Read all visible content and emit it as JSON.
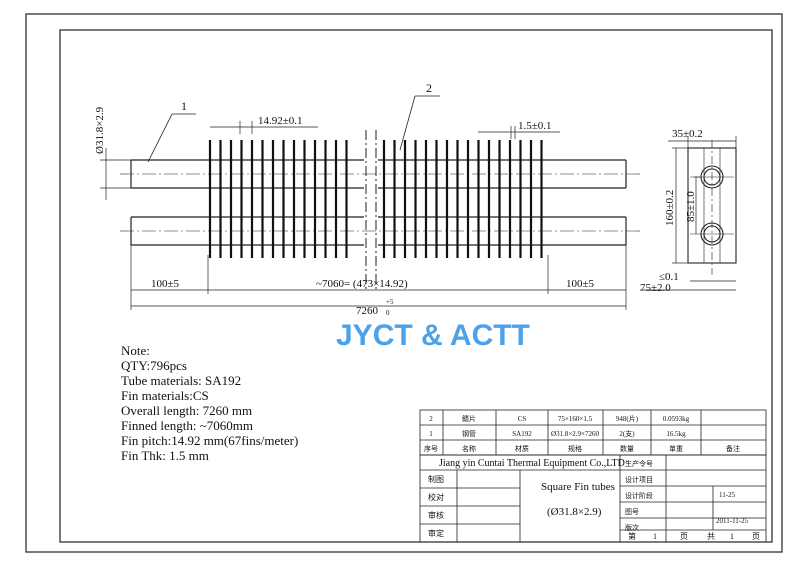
{
  "drawing": {
    "callouts": [
      "1",
      "2"
    ],
    "dimensions": {
      "tube_dia": "Ø31.8×2.9",
      "fin_pitch_top": "14.92±0.1",
      "fin_thk_top": "1.5±0.1",
      "end_left": "100±5",
      "end_right": "100±5",
      "finned": "~7060= (473×14.92)",
      "overall_main": "7260",
      "overall_sup": "+5",
      "overall_sub": "0",
      "side_width": "35±0.2",
      "side_height": "160±0.2",
      "side_pitch": "85±1.0",
      "side_gap": "≤0.1",
      "side_tube_proj": "75±2.0"
    },
    "watermark": "JYCT & ACTT"
  },
  "notes": [
    "Note:",
    "QTY:796pcs",
    "Tube materials: SA192",
    "Fin materials:CS",
    "Overall length: 7260 mm",
    "Finned length: ~7060mm",
    "Fin pitch:14.92 mm(67fins/meter)",
    "Fin Thk: 1.5 mm"
  ],
  "bom": {
    "rows": [
      [
        "2",
        "鳍片",
        "CS",
        "75×160×1.5",
        "948(片)",
        "0.0593kg",
        ""
      ],
      [
        "1",
        "钢管",
        "SA192",
        "Ø31.8×2.9×7260",
        "2(支)",
        "16.5kg",
        ""
      ]
    ],
    "header": [
      "序号",
      "名称",
      "材质",
      "规格",
      "数量",
      "单重",
      "备注"
    ]
  },
  "title_block": {
    "company": "Jiang yin Cuntai Thermal Equipment Co.,LTD",
    "part_name": "Square Fin tubes",
    "part_spec": "(Ø31.8×2.9)",
    "labels_left": [
      "制图",
      "校对",
      "审核",
      "审定"
    ],
    "labels_right": [
      "生产令号",
      "设计项目",
      "设计阶段",
      "图号",
      "版次"
    ],
    "date1": "11-25",
    "date2": "2011-11-25",
    "sheet": [
      "第",
      "1",
      "页",
      "共",
      "1",
      "页"
    ]
  }
}
